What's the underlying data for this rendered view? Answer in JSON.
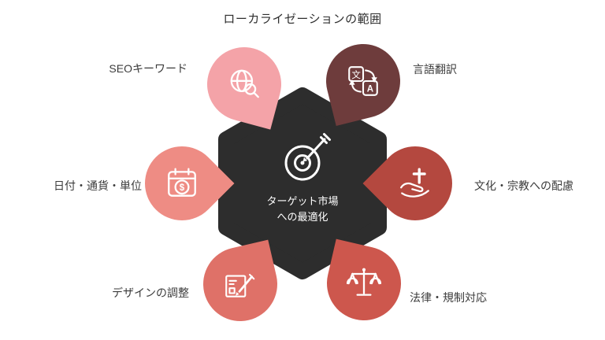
{
  "title": "ローカライゼーションの範囲",
  "background": "#ffffff",
  "center": {
    "label_line1": "ターゲット市場",
    "label_line2": "への最適化",
    "icon": "target-dart-icon",
    "color": "#2d2d2d",
    "text_color": "#ffffff"
  },
  "nodes": [
    {
      "label": "SEOキーワード",
      "icon": "globe-search-icon",
      "color": "#f4a3a8",
      "position": "top-left",
      "label_side": "left"
    },
    {
      "label": "言語翻訳",
      "icon": "translate-icon",
      "color": "#6e3c3c",
      "position": "top-right",
      "label_side": "right"
    },
    {
      "label": "文化・宗教への配慮",
      "icon": "hand-cross-icon",
      "color": "#b4483f",
      "position": "right",
      "label_side": "right"
    },
    {
      "label": "法律・規制対応",
      "icon": "scales-icon",
      "color": "#cd574d",
      "position": "bottom-right",
      "label_side": "right"
    },
    {
      "label": "デザインの調整",
      "icon": "design-edit-icon",
      "color": "#df7168",
      "position": "bottom-left",
      "label_side": "left"
    },
    {
      "label": "日付・通貨・単位",
      "icon": "calendar-currency-icon",
      "color": "#ee8c84",
      "position": "left",
      "label_side": "left"
    }
  ]
}
